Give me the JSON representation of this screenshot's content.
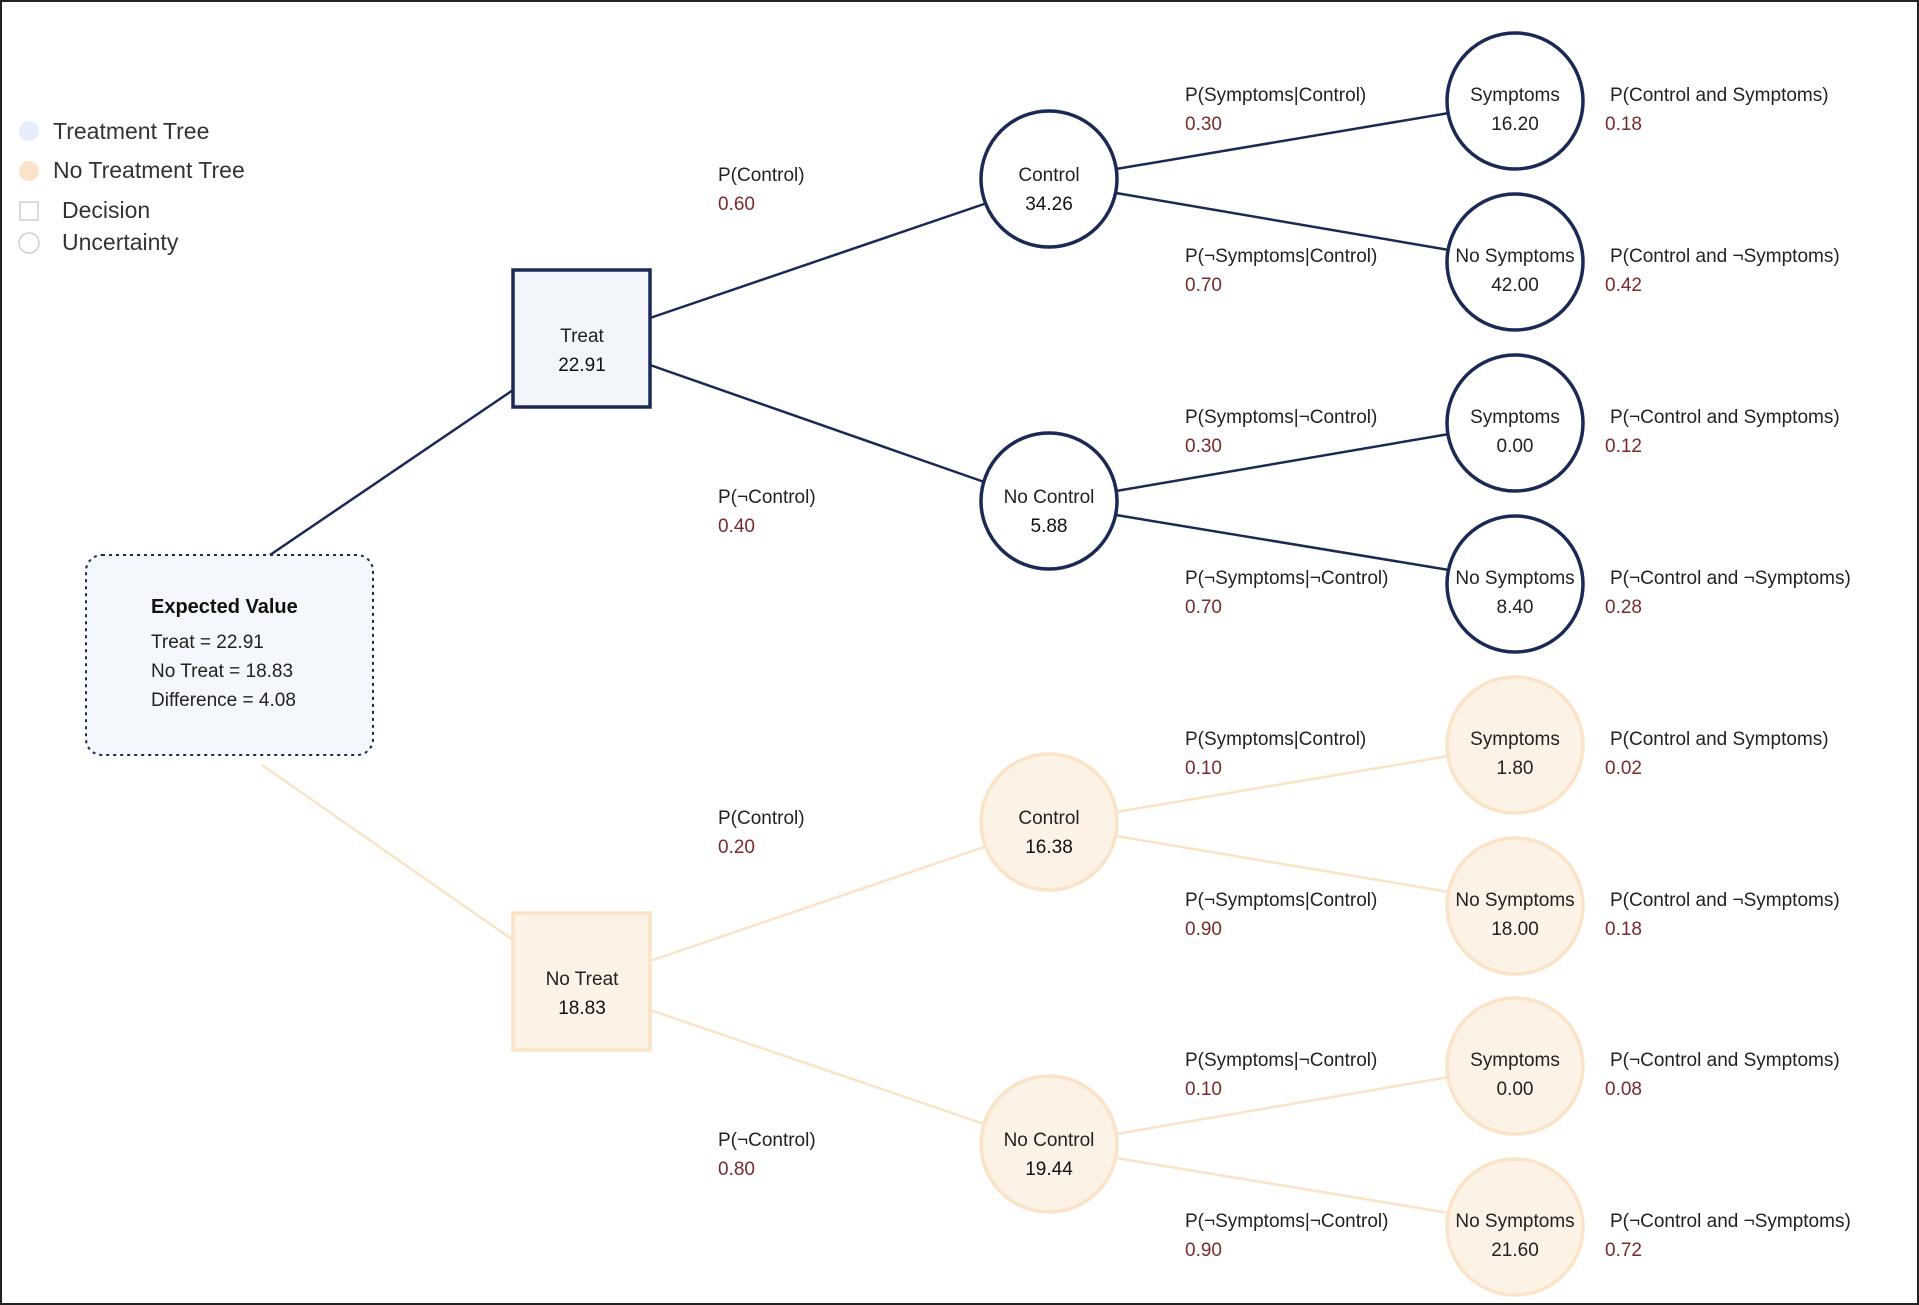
{
  "colors": {
    "treatment": "#1b2a55",
    "treatment_fill": "#f2f6fb",
    "no_treatment": "#fae3c7",
    "no_treatment_fill": "#fdf2e6",
    "probability_text": "#7a2a2a"
  },
  "legend": [
    {
      "label": "Treatment Tree",
      "shape": "dot",
      "color": "#e5eef9"
    },
    {
      "label": "No Treatment Tree",
      "shape": "dot",
      "color": "#fbe3ca"
    },
    {
      "label": "Decision",
      "shape": "square"
    },
    {
      "label": "Uncertainty",
      "shape": "circle"
    }
  ],
  "expected_value": {
    "title": "Expected Value",
    "lines": [
      "Treat = 22.91",
      "No Treat = 18.83",
      "Difference = 4.08"
    ]
  },
  "decisions": [
    {
      "label": "Treat",
      "value": "22.91",
      "tree": "treatment"
    },
    {
      "label": "No Treat",
      "value": "18.83",
      "tree": "no_treatment"
    }
  ],
  "uncertainties": [
    {
      "label": "Control",
      "value": "34.26",
      "tree": "treatment",
      "edge_label": "P(Control)",
      "edge_prob": "0.60"
    },
    {
      "label": "No Control",
      "value": "5.88",
      "tree": "treatment",
      "edge_label": "P(¬Control)",
      "edge_prob": "0.40"
    },
    {
      "label": "Control",
      "value": "16.38",
      "tree": "no_treatment",
      "edge_label": "P(Control)",
      "edge_prob": "0.20"
    },
    {
      "label": "No Control",
      "value": "19.44",
      "tree": "no_treatment",
      "edge_label": "P(¬Control)",
      "edge_prob": "0.80"
    }
  ],
  "outcomes": [
    {
      "label": "Symptoms",
      "value": "16.20",
      "cond": "P(Symptoms|Control)",
      "cond_p": "0.30",
      "joint": "P(Control and Symptoms)",
      "joint_p": "0.18"
    },
    {
      "label": "No Symptoms",
      "value": "42.00",
      "cond": "P(¬Symptoms|Control)",
      "cond_p": "0.70",
      "joint": "P(Control and ¬Symptoms)",
      "joint_p": "0.42"
    },
    {
      "label": "Symptoms",
      "value": "0.00",
      "cond": "P(Symptoms|¬Control)",
      "cond_p": "0.30",
      "joint": "P(¬Control and Symptoms)",
      "joint_p": "0.12"
    },
    {
      "label": "No Symptoms",
      "value": "8.40",
      "cond": "P(¬Symptoms|¬Control)",
      "cond_p": "0.70",
      "joint": "P(¬Control and ¬Symptoms)",
      "joint_p": "0.28"
    },
    {
      "label": "Symptoms",
      "value": "1.80",
      "cond": "P(Symptoms|Control)",
      "cond_p": "0.10",
      "joint": "P(Control and Symptoms)",
      "joint_p": "0.02"
    },
    {
      "label": "No Symptoms",
      "value": "18.00",
      "cond": "P(¬Symptoms|Control)",
      "cond_p": "0.90",
      "joint": "P(Control and ¬Symptoms)",
      "joint_p": "0.18"
    },
    {
      "label": "Symptoms",
      "value": "0.00",
      "cond": "P(Symptoms|¬Control)",
      "cond_p": "0.10",
      "joint": "P(¬Control and Symptoms)",
      "joint_p": "0.08"
    },
    {
      "label": "No Symptoms",
      "value": "21.60",
      "cond": "P(¬Symptoms|¬Control)",
      "cond_p": "0.90",
      "joint": "P(¬Control and ¬Symptoms)",
      "joint_p": "0.72"
    }
  ]
}
